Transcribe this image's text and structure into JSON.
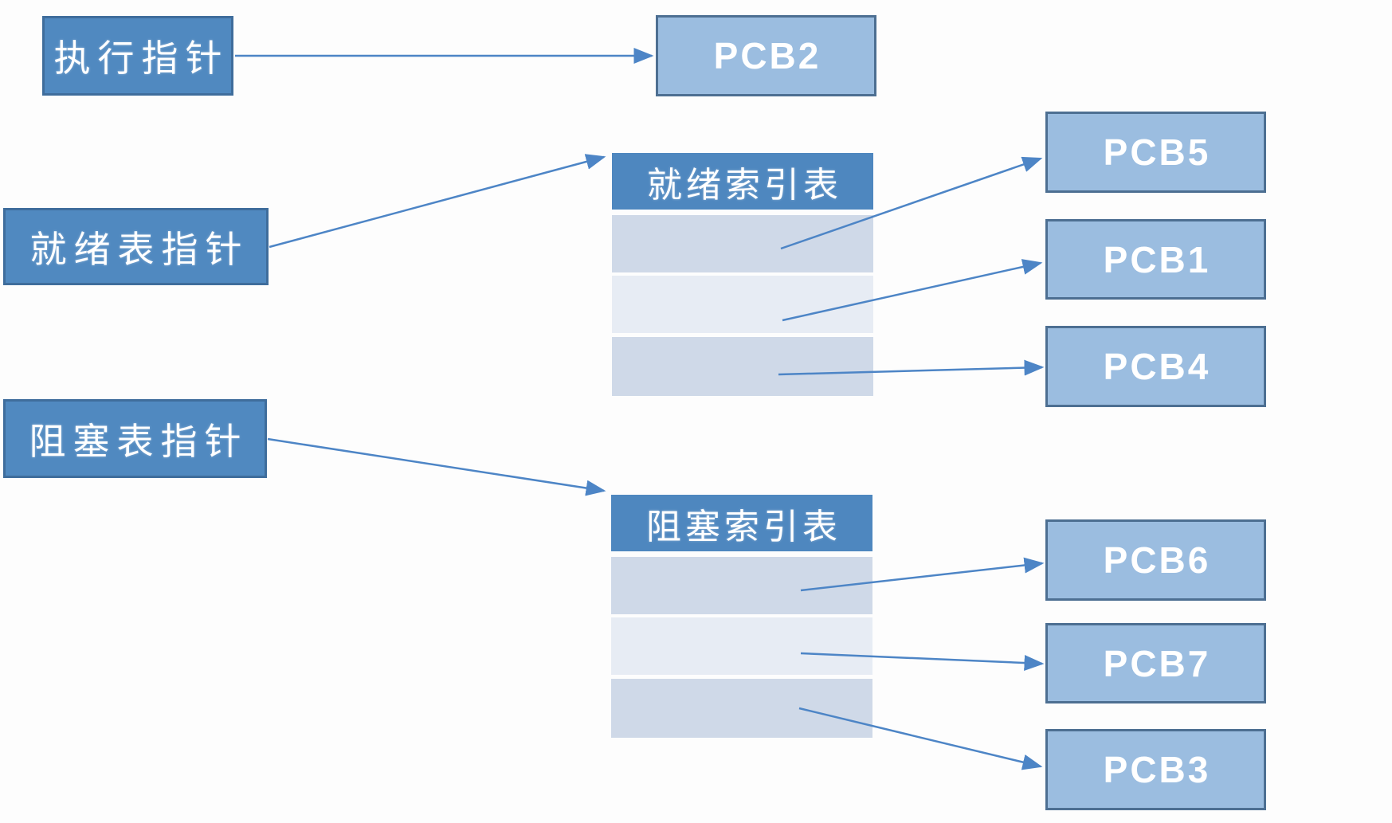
{
  "diagram": {
    "title": "PCB index table scheduling diagram",
    "pointer_boxes": {
      "exec": {
        "label": "执行指针"
      },
      "ready": {
        "label": "就绪表指针"
      },
      "blocked": {
        "label": "阻塞表指针"
      }
    },
    "index_tables": {
      "ready": {
        "title": "就绪索引表",
        "row_count": 3,
        "rows": [
          "",
          "",
          ""
        ]
      },
      "blocked": {
        "title": "阻塞索引表",
        "row_count": 3,
        "rows": [
          "",
          "",
          ""
        ]
      }
    },
    "pcb_boxes": {
      "pcb2": {
        "label": "PCB2"
      },
      "pcb5": {
        "label": "PCB5"
      },
      "pcb1": {
        "label": "PCB1"
      },
      "pcb4": {
        "label": "PCB4"
      },
      "pcb6": {
        "label": "PCB6"
      },
      "pcb7": {
        "label": "PCB7"
      },
      "pcb3": {
        "label": "PCB3"
      }
    },
    "arrows": [
      {
        "from": "exec-pointer-box",
        "to": "pcb2-box"
      },
      {
        "from": "ready-pointer-box",
        "to": "ready-index-table"
      },
      {
        "from": "ready-index-table-row-1",
        "to": "pcb5-box"
      },
      {
        "from": "ready-index-table-row-2",
        "to": "pcb1-box"
      },
      {
        "from": "ready-index-table-row-3",
        "to": "pcb4-box"
      },
      {
        "from": "blocked-pointer-box",
        "to": "blocked-index-table"
      },
      {
        "from": "blocked-index-table-row-1",
        "to": "pcb6-box"
      },
      {
        "from": "blocked-index-table-row-2",
        "to": "pcb7-box"
      },
      {
        "from": "blocked-index-table-row-3",
        "to": "pcb3-box"
      }
    ],
    "colors": {
      "pointer_box_fill": "#5089c0",
      "pointer_box_border": "#3f6d9c",
      "pcb_box_fill": "#9bbde0",
      "pcb_box_border": "#4d6f92",
      "table_header_fill": "#4e87bf",
      "table_row_dark": "#cfd9e8",
      "table_row_light": "#e7ecf4",
      "arrow": "#4d85c6",
      "text": "#ffffff",
      "background": "#fdfdfd"
    }
  }
}
